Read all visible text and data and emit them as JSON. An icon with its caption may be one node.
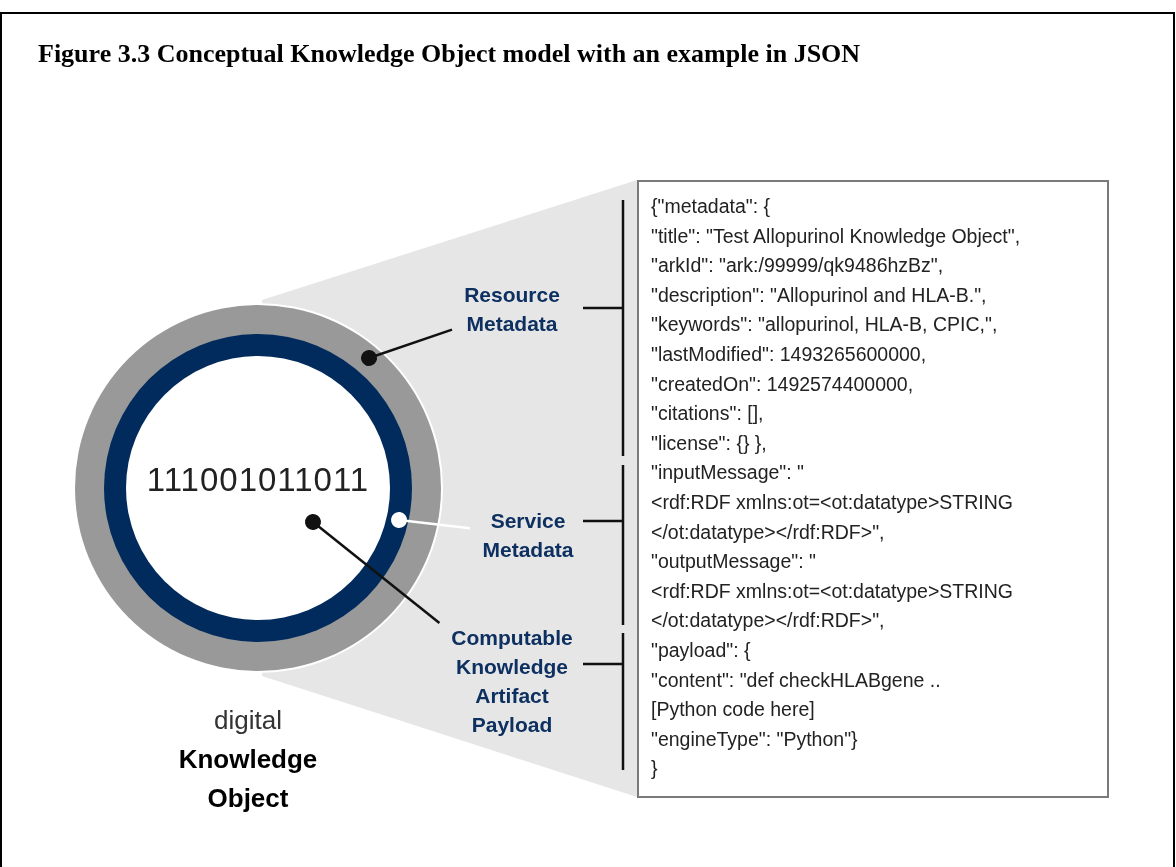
{
  "diagram": {
    "title": "Figure 3.3 Conceptual Knowledge Object model with an example in JSON",
    "nodes": [
      {
        "text": [],
        "shape": "circle",
        "beside": [
          "digital",
          "Knowledge Object"
        ]
      },
      {
        "text": [],
        "shape": "circle",
        "in": 0
      },
      {
        "text": [
          "111001011011"
        ],
        "in": 1
      },
      {
        "text": [
          "Resource Metadata"
        ]
      },
      {
        "text": [
          "Service Metadata"
        ]
      },
      {
        "text": [
          "Computable Knowledge Artifact Payload"
        ]
      },
      {
        "text": [
          "{\"metadata\": {",
          "\"title\": \"Test Allopurinol Knowledge Object\",",
          "\"arkId\": \"ark:/99999/qk9486hzBz\",",
          "\"description\": \"Allopurinol and HLA-B.\",",
          "\"keywords\": \"allopurinol, HLA-B, CPIC,\",",
          "\"lastModified\": 1493265600000,",
          "\"createdOn\": 1492574400000,",
          "\"citations\": [],",
          "\"license\": {} },",
          "\"inputMessage\": \"",
          "<rdf:RDF xmlns:ot=<ot:datatype>STRING",
          "</ot:datatype></rdf:RDF>\",",
          "\"outputMessage\": \"",
          "<rdf:RDF xmlns:ot=<ot:datatype>STRING",
          "</ot:datatype></rdf:RDF>\",",
          "\"payload\": {",
          "\"content\": \"def checkHLABgene ..",
          "[Python code here]",
          "\"engineType\": \"Python\"}",
          "}"
        ]
      }
    ],
    "edges": [
      {
        "from": 3,
        "to": 0,
        "arrow": "other"
      },
      {
        "from": 4,
        "to": 1,
        "arrow": "other",
        "color": "#ffffff"
      },
      {
        "from": 5,
        "to": 2,
        "arrow": "other"
      }
    ]
  }
}
